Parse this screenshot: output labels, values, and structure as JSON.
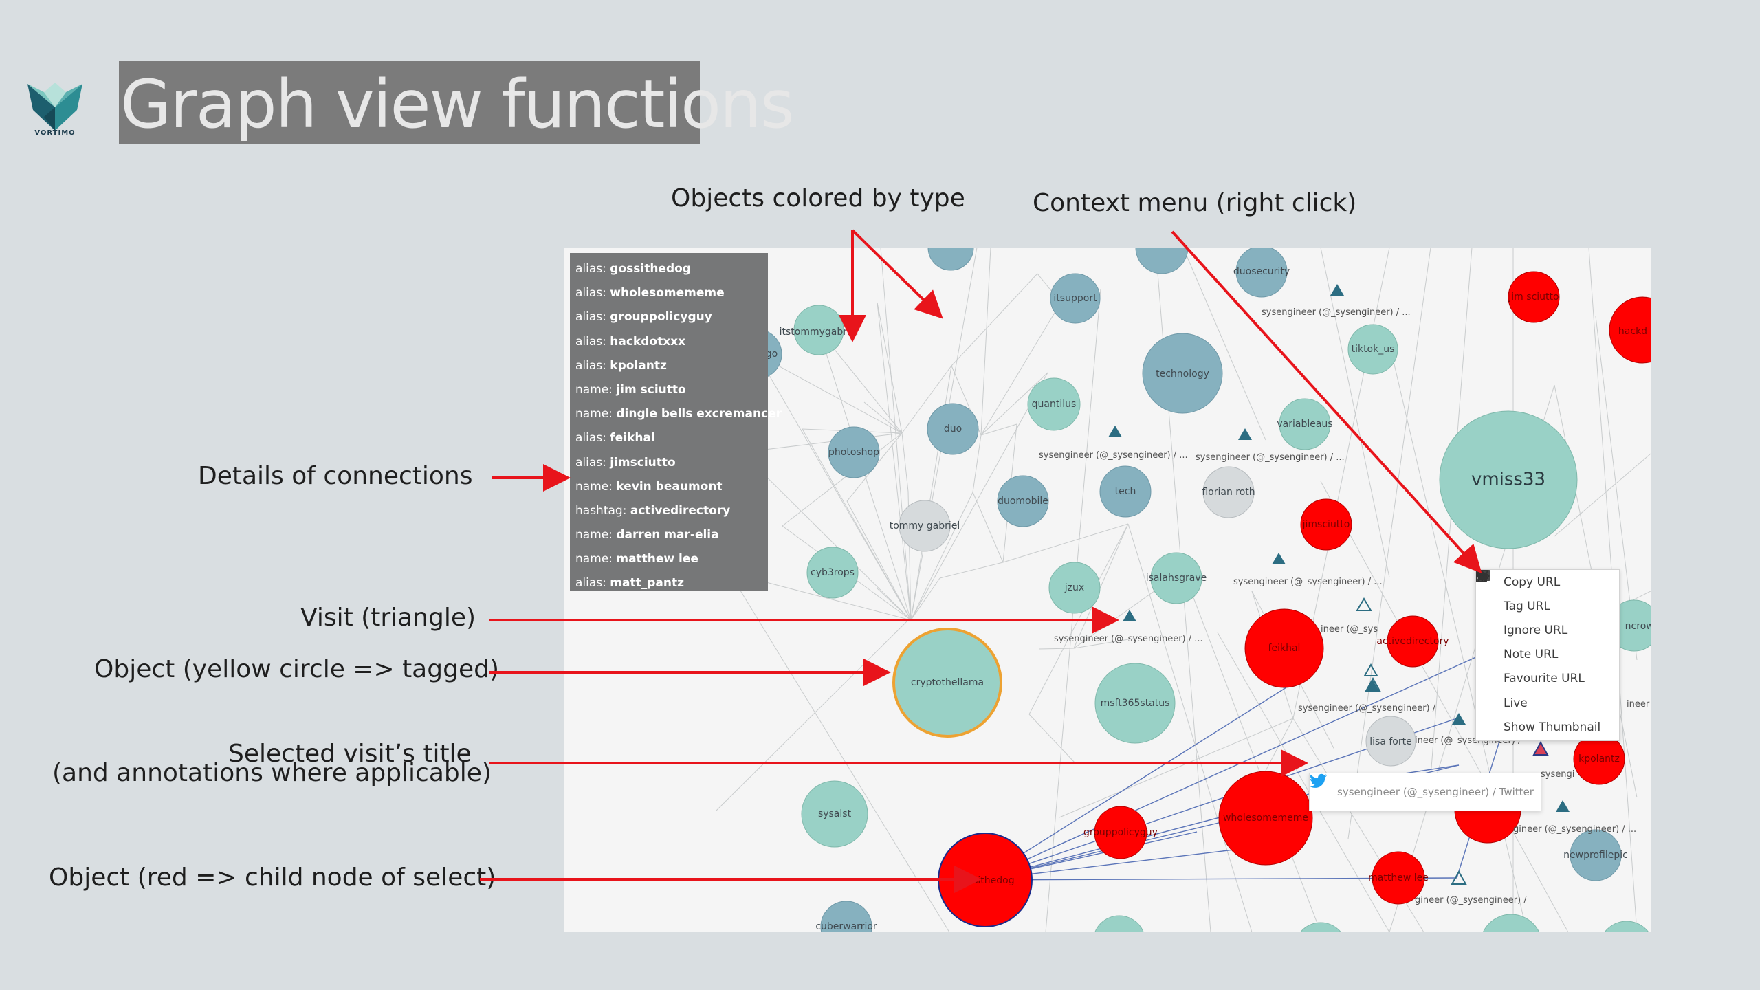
{
  "brand": {
    "logo_text": "VORTIMO"
  },
  "slide": {
    "title": "Graph view functions"
  },
  "callouts": {
    "colored_by_type": "Objects colored by type",
    "context_menu": "Context menu (right click)",
    "details": "Details of connections",
    "visit": "Visit (triangle)",
    "object_tagged": "Object (yellow circle => tagged)",
    "selected_title_1": "Selected visit’s title",
    "selected_title_2": "(and annotations where applicable)",
    "object_child": "Object (red => child node of select)"
  },
  "details_panel": [
    {
      "k": "alias:",
      "v": "gossithedog"
    },
    {
      "k": "alias:",
      "v": "wholesomememe"
    },
    {
      "k": "alias:",
      "v": "grouppolicyguy"
    },
    {
      "k": "alias:",
      "v": "hackdotxxx"
    },
    {
      "k": "alias:",
      "v": "kpolantz"
    },
    {
      "k": "name:",
      "v": "jim sciutto"
    },
    {
      "k": "name:",
      "v": "dingle bells excremancer"
    },
    {
      "k": "alias:",
      "v": "feikhal"
    },
    {
      "k": "alias:",
      "v": "jimsciutto"
    },
    {
      "k": "name:",
      "v": "kevin beaumont"
    },
    {
      "k": "hashtag:",
      "v": "activedirectory"
    },
    {
      "k": "name:",
      "v": "darren mar-elia"
    },
    {
      "k": "name:",
      "v": "matthew lee"
    },
    {
      "k": "alias:",
      "v": "matt_pantz"
    }
  ],
  "context_menu": [
    {
      "label": "Copy URL",
      "icon": "copy-icon"
    },
    {
      "label": "Tag URL",
      "icon": "tag-icon"
    },
    {
      "label": "Ignore URL",
      "icon": "eye-slash-icon"
    },
    {
      "label": "Note URL",
      "icon": "edit-icon"
    },
    {
      "label": "Favourite URL",
      "icon": "star-icon"
    },
    {
      "label": "Live",
      "icon": "send-icon"
    },
    {
      "label": "Show Thumbnail",
      "icon": "image-icon"
    }
  ],
  "tooltip": {
    "text": "sysengineer (@_sysengineer) / Twitter",
    "icon": "twitter-icon"
  },
  "colors": {
    "arrow": "#e8141b",
    "teal": "#99d1c6",
    "blue": "#86b1bf",
    "red": "#ff0000",
    "gray": "#d6dadc",
    "tagged_ring": "#f0a020",
    "triangle": "#2c6d82"
  },
  "graph": {
    "nodes": [
      {
        "label": "duolingo",
        "type": "blue"
      },
      {
        "label": "itstommygabriel",
        "type": "teal"
      },
      {
        "label": "itsupport",
        "type": "blue"
      },
      {
        "label": "duosecurity",
        "type": "blue"
      },
      {
        "label": "tiktok_us",
        "type": "teal"
      },
      {
        "label": "technology",
        "type": "blue"
      },
      {
        "label": "quantilus",
        "type": "teal"
      },
      {
        "label": "variableaus",
        "type": "teal"
      },
      {
        "label": "vmiss33",
        "type": "teal"
      },
      {
        "label": "duo",
        "type": "blue"
      },
      {
        "label": "photoshop",
        "type": "blue"
      },
      {
        "label": "duomobile",
        "type": "blue"
      },
      {
        "label": "tech",
        "type": "blue"
      },
      {
        "label": "florian roth",
        "type": "gray"
      },
      {
        "label": "tommy gabriel",
        "type": "gray"
      },
      {
        "label": "cyb3rops",
        "type": "teal"
      },
      {
        "label": "jzux",
        "type": "teal"
      },
      {
        "label": "isalahsgrave",
        "type": "teal"
      },
      {
        "label": "cryptothellama",
        "type": "tagged"
      },
      {
        "label": "msft365status",
        "type": "teal"
      },
      {
        "label": "feikhal",
        "type": "red"
      },
      {
        "label": "activedirectory",
        "type": "red"
      },
      {
        "label": "jimsciutto",
        "type": "red"
      },
      {
        "label": "jim sciutto",
        "type": "red"
      },
      {
        "label": "hackd",
        "type": "red"
      },
      {
        "label": "lisa forte",
        "type": "gray"
      },
      {
        "label": "kpolantz",
        "type": "red"
      },
      {
        "label": "sysalst",
        "type": "teal"
      },
      {
        "label": "grouppolicyguy",
        "type": "red"
      },
      {
        "label": "wholesomememe",
        "type": "red"
      },
      {
        "label": "gossithedog",
        "type": "red"
      },
      {
        "label": "matthew lee",
        "type": "red"
      },
      {
        "label": "newprofilepic",
        "type": "blue"
      },
      {
        "label": "cuberwarrior",
        "type": "blue"
      },
      {
        "label": "ncrowe",
        "type": "teal"
      }
    ],
    "visit_labels": [
      "sysengineer (@_sysengineer) / ...",
      "sysengineer (@_sysengineer) / ...",
      "sysengineer (@_sysengineer) / ...",
      "sysengineer (@_sysengineer) / ...",
      "sysengineer (@_sysengineer) / ...",
      "ineer (@_sys",
      "sysengineer (@_sysengineer) /",
      "ineer (@_sysengineer) /",
      "sysengi",
      "gineer (@_sysengineer) / ...",
      "gineer (@_sysengineer) /",
      "ineer (("
    ]
  }
}
